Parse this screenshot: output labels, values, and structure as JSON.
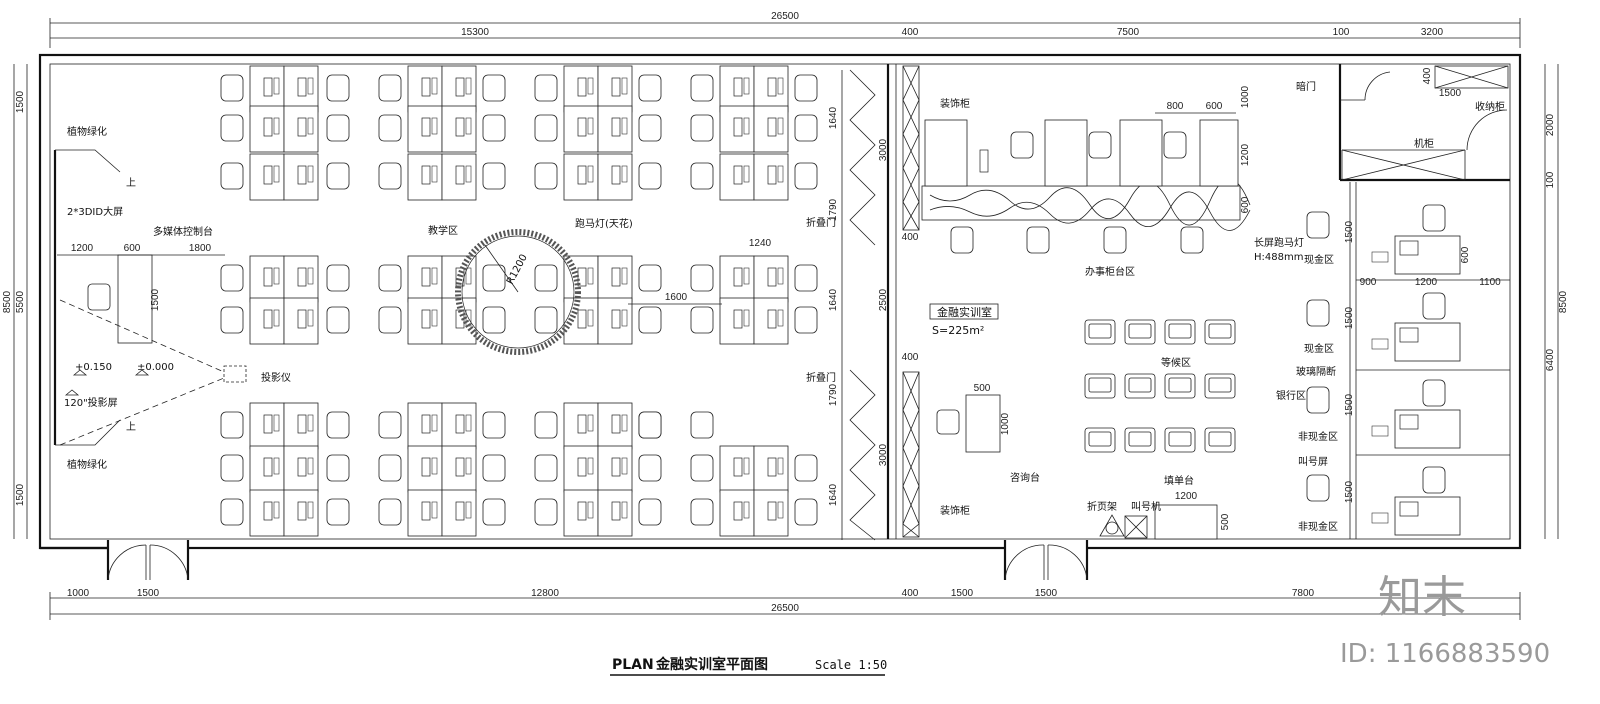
{
  "title": {
    "plan": "PLAN",
    "name": "金融实训室平面图",
    "scale": "Scale 1:50"
  },
  "watermark": {
    "brand": "知末",
    "id": "ID: 1166883590"
  },
  "dims_top_total": "26500",
  "dims_top": [
    "15300",
    "400",
    "7500",
    "100",
    "3200"
  ],
  "dims_bottom_total": "26500",
  "dims_bottom": [
    "1000",
    "1500",
    "12800",
    "400",
    "1500",
    "1500",
    "7800"
  ],
  "dims_left": [
    "1500",
    "5500",
    "1500"
  ],
  "dims_left_total": "8500",
  "dims_right": [
    "2000",
    "100",
    "6400"
  ],
  "dims_right_total": "8500",
  "inner_dims": {
    "d1200": "1200",
    "d600": "600",
    "d1800": "1800",
    "d1500": "1500",
    "d1240": "1240",
    "d1600": "1600",
    "d1640a": "1640",
    "d1790a": "1790",
    "d1640b": "1640",
    "d1790b": "1790",
    "d1640c": "1640",
    "d3000a": "3000",
    "d2500": "2500",
    "d3000b": "3000",
    "d400a": "400",
    "d400b": "400",
    "d800": "800",
    "d600b": "600",
    "d1000": "1000",
    "d1200b": "1200",
    "d600c": "600",
    "d500": "500",
    "d1000b": "1000",
    "d1200c": "1200",
    "d500b": "500",
    "d400c": "400",
    "d1500b": "1500",
    "d900": "900",
    "d1200d": "1200",
    "d1100": "1100",
    "d600d": "600",
    "d1500c": "1500",
    "d1500d": "1500",
    "d1500e": "1500",
    "d1500f": "1500"
  },
  "labels": {
    "plant_top": "植物绿化",
    "plant_bottom": "植物绿化",
    "screen3d": "2*3DID大屏",
    "console": "多媒体控制台",
    "up1": "上",
    "up2": "上",
    "level1": "+0.150",
    "level2": "±0.000",
    "projector": "投影仪",
    "projscreen": "120\"投影屏",
    "teaching": "教学区",
    "marquee_ceiling": "跑马灯(天花)",
    "radius": "R1200",
    "folddoor1": "折叠门",
    "folddoor2": "折叠门",
    "deco1": "装饰柜",
    "deco2": "装饰柜",
    "room_name": "金融实训室",
    "room_area": "S=225m²",
    "counter_zone": "办事柜台区",
    "marquee_long": "长屏跑马灯",
    "marquee_h": "H:488mm",
    "waiting": "等候区",
    "bank": "银行区",
    "consult": "咨询台",
    "fill_desk": "填单台",
    "brochure": "折页架",
    "queue_machine": "叫号机",
    "dark_door": "暗门",
    "storage": "收纳柜",
    "rack": "机柜",
    "cash1": "现金区",
    "cash2": "现金区",
    "noncash1": "非现金区",
    "noncash2": "非现金区",
    "glass": "玻璃隔断",
    "queue_screen": "叫号屏"
  }
}
